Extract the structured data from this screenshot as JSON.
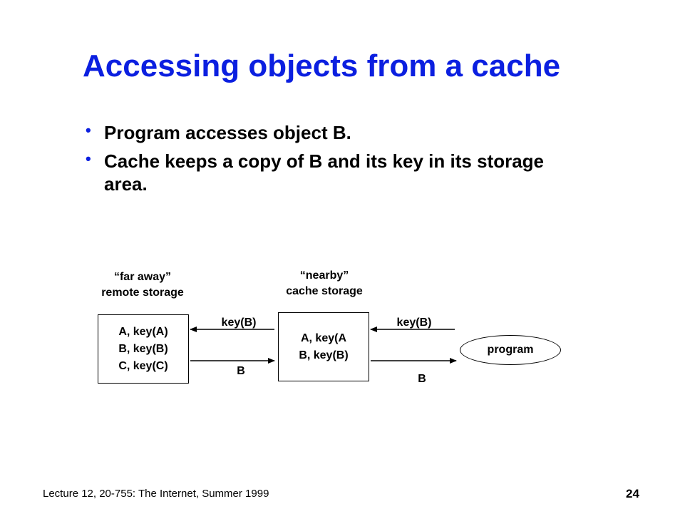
{
  "title": "Accessing objects from a cache",
  "bullets": [
    "Program accesses object B.",
    "Cache keeps a copy of B and its key in its storage area."
  ],
  "diagram": {
    "remote": {
      "caption_line1": "“far away”",
      "caption_line2": "remote storage",
      "entries": [
        "A, key(A)",
        "B, key(B)",
        "C, key(C)"
      ]
    },
    "cache": {
      "caption_line1": "“nearby”",
      "caption_line2": "cache storage",
      "entries": [
        "A, key(A",
        "B, key(B)"
      ]
    },
    "program": {
      "label": "program"
    },
    "arrows": {
      "cache_to_remote": "key(B)",
      "remote_to_cache": "B",
      "program_to_cache": "key(B)",
      "cache_to_program": "B"
    }
  },
  "footer": "Lecture 12, 20-755: The Internet, Summer 1999",
  "page_number": "24"
}
